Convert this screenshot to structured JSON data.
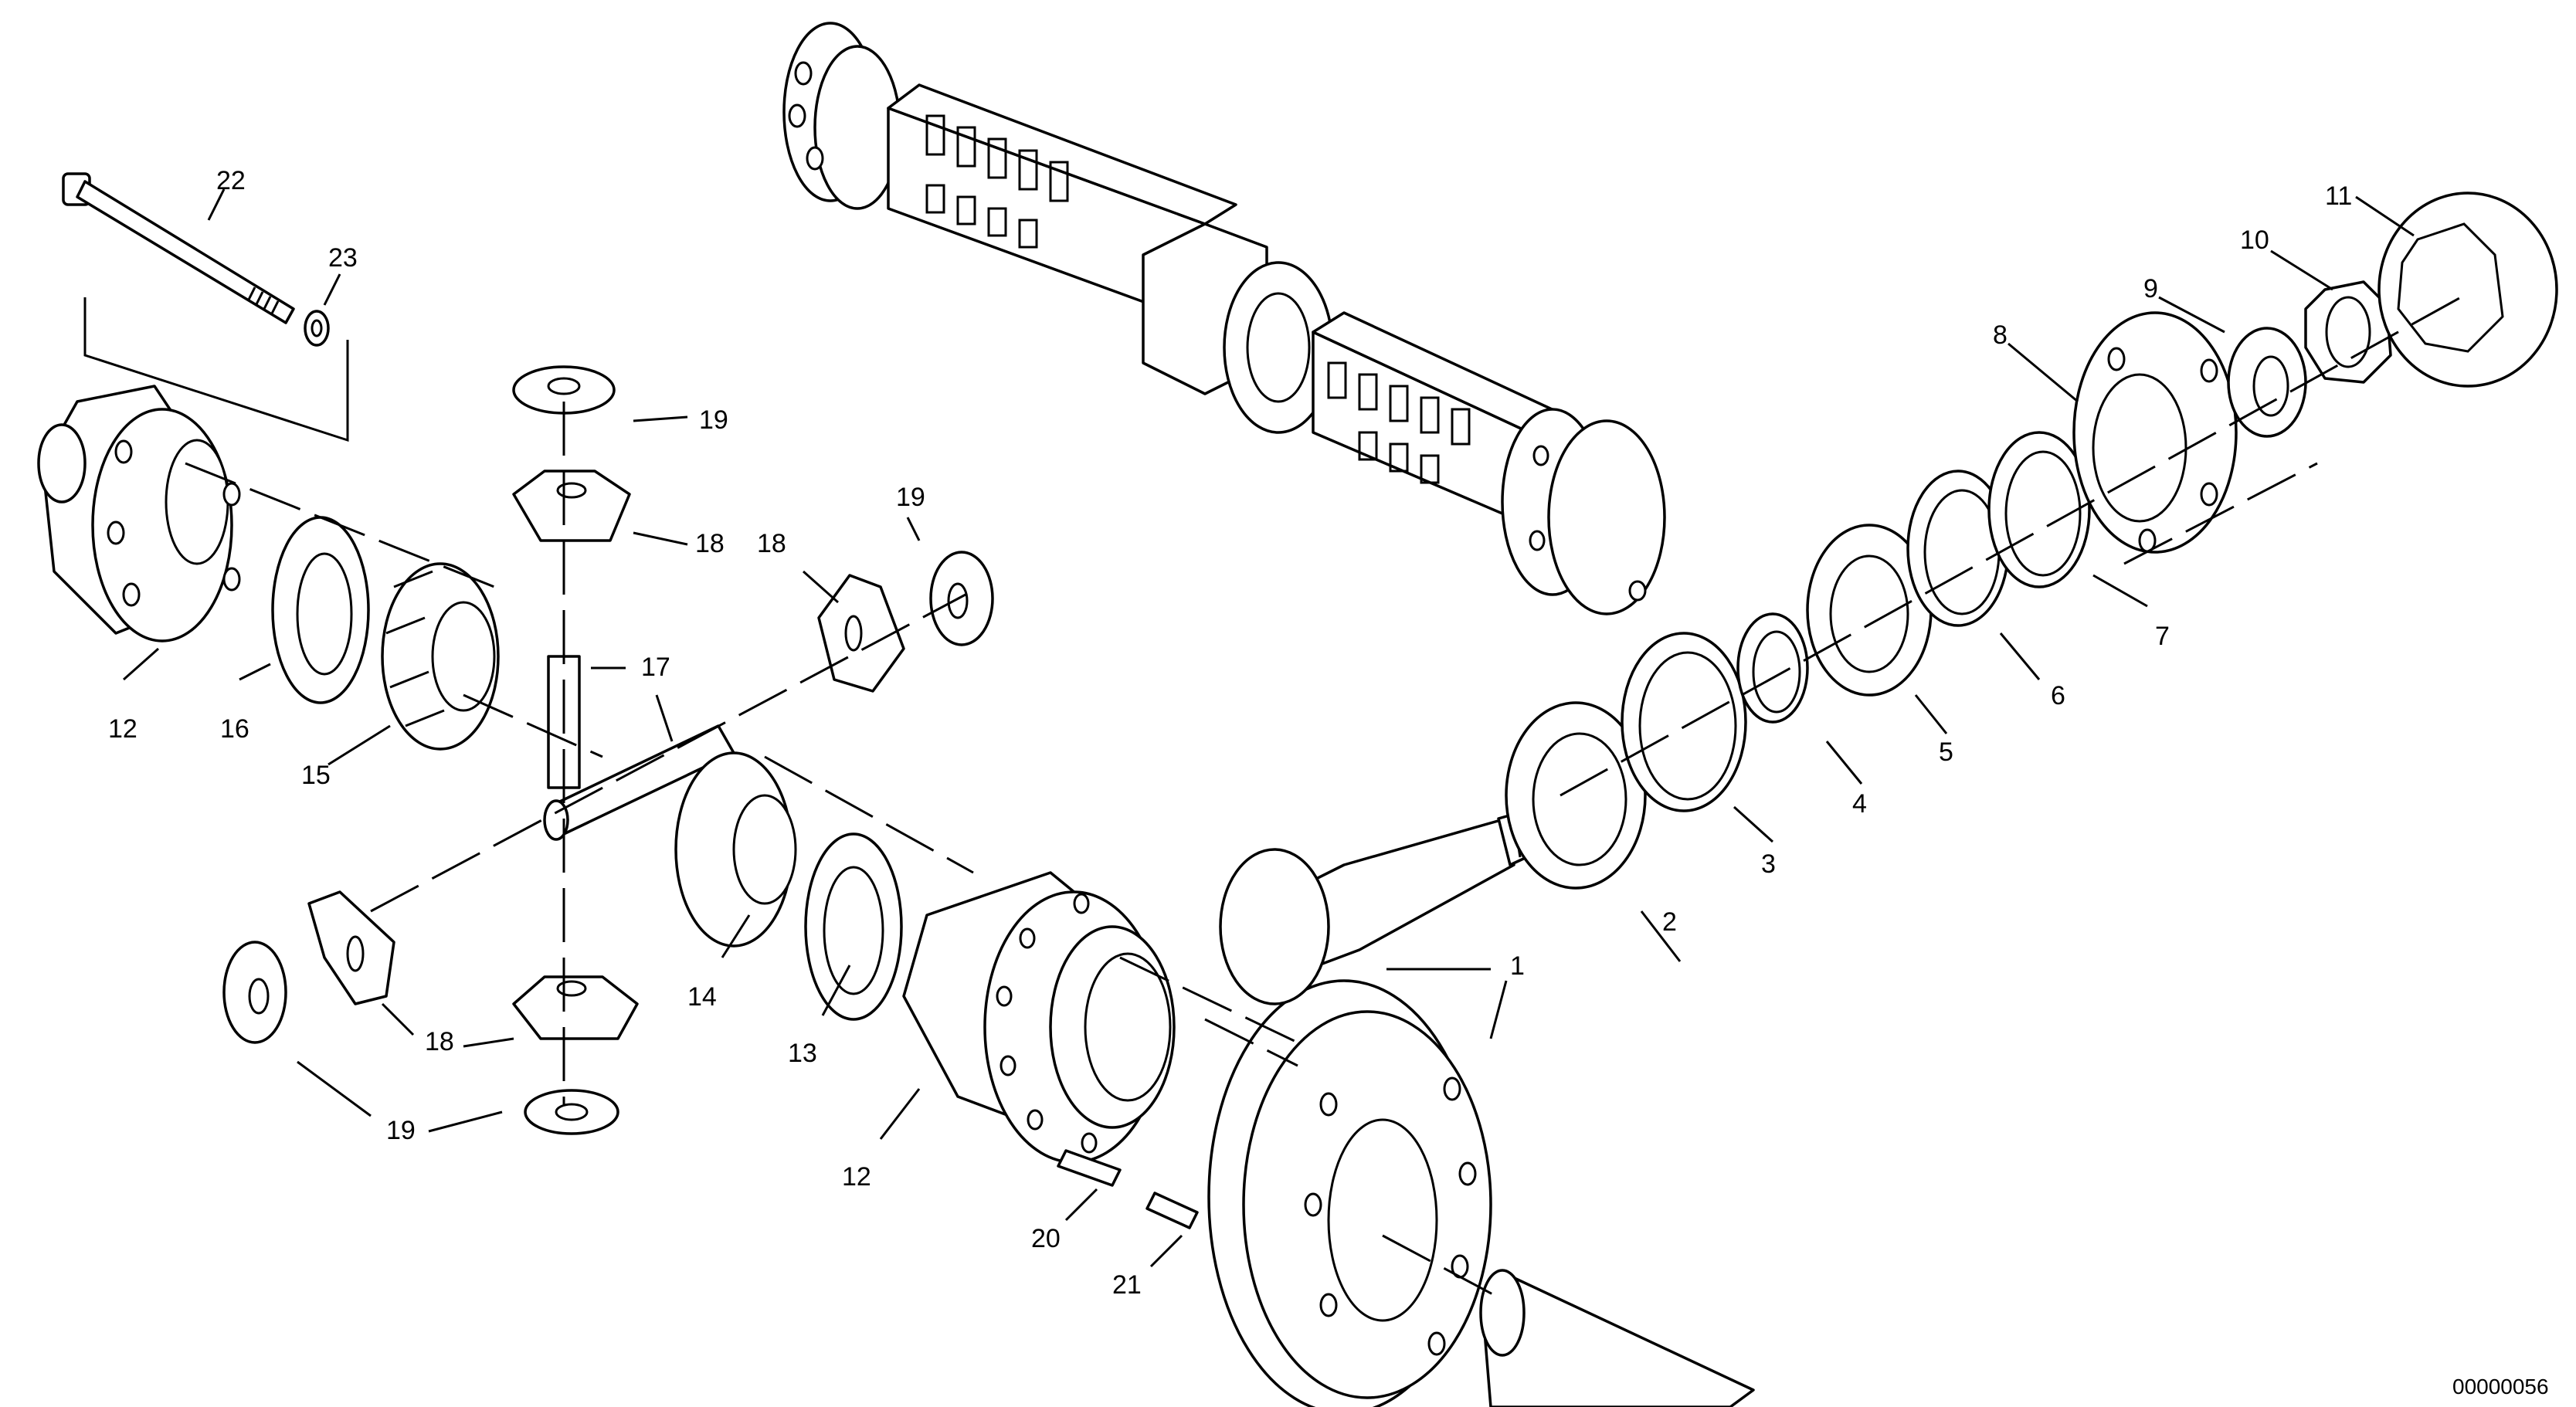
{
  "diagram": {
    "document_number": "00000056",
    "callouts": [
      {
        "id": "c1",
        "label": "1"
      },
      {
        "id": "c2",
        "label": "2"
      },
      {
        "id": "c3",
        "label": "3"
      },
      {
        "id": "c4",
        "label": "4"
      },
      {
        "id": "c5",
        "label": "5"
      },
      {
        "id": "c6",
        "label": "6"
      },
      {
        "id": "c7",
        "label": "7"
      },
      {
        "id": "c8",
        "label": "8"
      },
      {
        "id": "c9",
        "label": "9"
      },
      {
        "id": "c10",
        "label": "10"
      },
      {
        "id": "c11",
        "label": "11"
      },
      {
        "id": "c12a",
        "label": "12"
      },
      {
        "id": "c12b",
        "label": "12"
      },
      {
        "id": "c13",
        "label": "13"
      },
      {
        "id": "c14",
        "label": "14"
      },
      {
        "id": "c15",
        "label": "15"
      },
      {
        "id": "c16",
        "label": "16"
      },
      {
        "id": "c17",
        "label": "17"
      },
      {
        "id": "c18a",
        "label": "18"
      },
      {
        "id": "c18b",
        "label": "18"
      },
      {
        "id": "c18c",
        "label": "18"
      },
      {
        "id": "c19a",
        "label": "19"
      },
      {
        "id": "c19b",
        "label": "19"
      },
      {
        "id": "c19c",
        "label": "19"
      },
      {
        "id": "c20",
        "label": "20"
      },
      {
        "id": "c21",
        "label": "21"
      },
      {
        "id": "c22",
        "label": "22"
      },
      {
        "id": "c23",
        "label": "23"
      }
    ]
  }
}
